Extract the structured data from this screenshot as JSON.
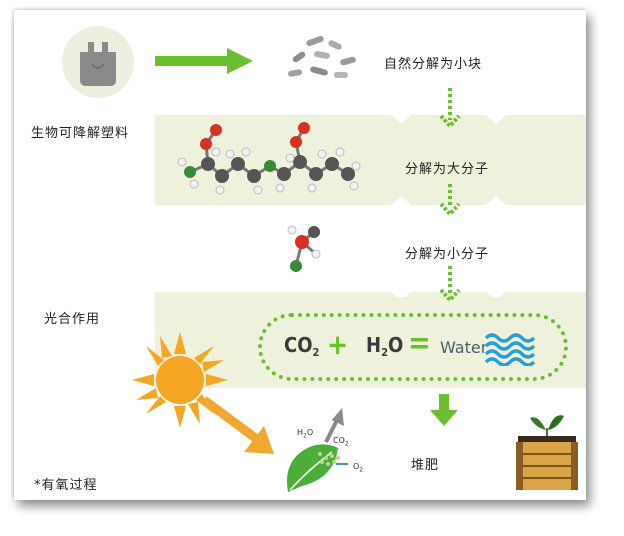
{
  "labels": {
    "biodegradable_plastic": "生物可降解塑料",
    "photosynthesis": "光合作用",
    "aerobic_process": "*有氧过程",
    "break_into_pieces": "自然分解为小块",
    "break_into_large_molecules": "分解为大分子",
    "break_into_small_molecules": "分解为小分子",
    "compost": "堆肥"
  },
  "formula": {
    "co2_main": "CO",
    "co2_sub": "2",
    "plus": "+",
    "h2o_main1": "H",
    "h2o_sub": "2",
    "h2o_main2": "O",
    "equals": "=",
    "water": "Water"
  },
  "leaf_labels": {
    "h2o": "H",
    "h2o_sub": "2",
    "h2o_o": "O",
    "co2": "CO",
    "co2_sub": "2",
    "o2": "O",
    "o2_sub": "2"
  },
  "colors": {
    "accent_green": "#6bbf2e",
    "band": "#eef2dc",
    "sun": "#f5a623",
    "sun_arrow": "#f0a830",
    "water_blue": "#2a9fd6"
  },
  "icons": {
    "bag": "plastic-bag-icon",
    "fragments": "fragments-icon",
    "molecule_large": "polymer-molecule-icon",
    "molecule_small": "small-molecule-icon",
    "sun": "sun-icon",
    "leaf": "leaf-icon",
    "compost_bin": "compost-bin-icon",
    "water": "water-waves-icon"
  }
}
